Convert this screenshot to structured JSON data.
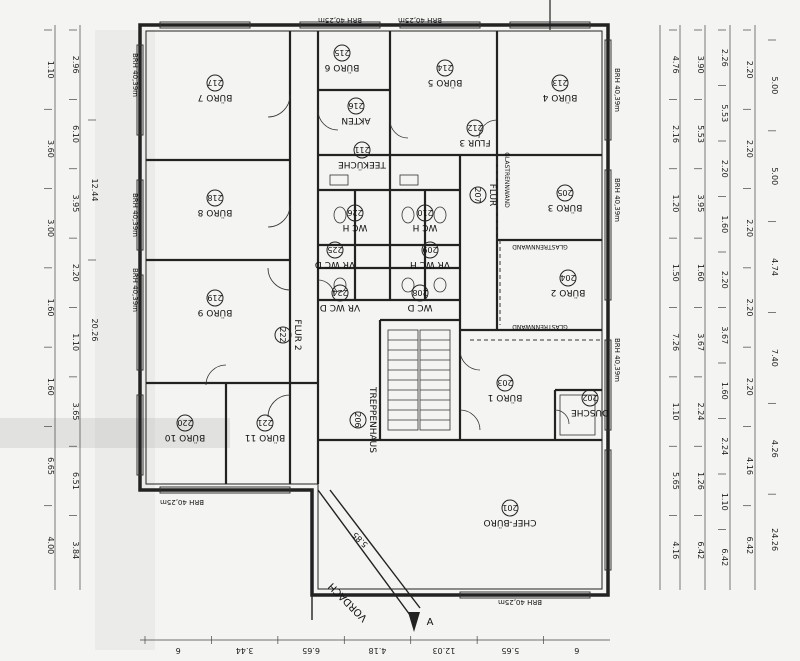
{
  "rooms": [
    {
      "id": "217",
      "name": "BÜRO 7"
    },
    {
      "id": "218",
      "name": "BÜRO 8"
    },
    {
      "id": "219",
      "name": "BÜRO 9"
    },
    {
      "id": "220",
      "name": "BÜRO 10"
    },
    {
      "id": "221",
      "name": "BÜRO 11"
    },
    {
      "id": "215",
      "name": "BÜRO 6"
    },
    {
      "id": "214",
      "name": "BÜRO 5"
    },
    {
      "id": "213",
      "name": "BÜRO 4"
    },
    {
      "id": "216",
      "name": "AKTEN"
    },
    {
      "id": "205",
      "name": "BÜRO 3"
    },
    {
      "id": "204",
      "name": "BÜRO 2"
    },
    {
      "id": "203",
      "name": "BÜRO 1"
    },
    {
      "id": "201",
      "name": "CHEF-BÜRO"
    },
    {
      "id": "202",
      "name": "DUSCHE"
    },
    {
      "id": "206",
      "name": "TREPPENHAUS"
    },
    {
      "id": "222",
      "name": "FLUR 2"
    },
    {
      "id": "212",
      "name": "FLUR 3"
    },
    {
      "id": "207",
      "name": "FLUR"
    },
    {
      "id": "211",
      "name": "TEEKÜCHE"
    },
    {
      "id": "226",
      "name": "WC H"
    },
    {
      "id": "210",
      "name": "WC H"
    },
    {
      "id": "225",
      "name": "VR WC D"
    },
    {
      "id": "209",
      "name": "VR WC H"
    },
    {
      "id": "224",
      "name": "VR WC D"
    },
    {
      "id": "208",
      "name": "WC D"
    }
  ],
  "labels": {
    "vordach": "VORDACH",
    "section": "A",
    "brh_top_1": "BRH 40,25m",
    "brh_top_2": "BRH 40,25m",
    "brh_bottom_1": "BRH 40,25m",
    "brh_bottom_2": "BRH 40,25m",
    "brh_left_1": "BRH 40,39m",
    "brh_left_2": "BRH 40,39m",
    "brh_left_3": "BRH 40,39m",
    "brh_right_1": "BRH 40,39m",
    "brh_right_2": "BRH 40,39m",
    "brh_right_3": "BRH 40,39m",
    "glastrennwand_1": "GLASTRENNWAND",
    "glastrennwand_2": "GLASTRENNWAND",
    "glastrennwand_3": "GLASTRENNWAND",
    "dim_stair": "5.85"
  },
  "dims": {
    "left_col1": [
      "1.10",
      "3.60",
      "3.00",
      "1.60",
      "1.60",
      "6.65",
      "4.00"
    ],
    "left_col2": [
      "2.96",
      "6.10",
      "3.95",
      "2.20",
      "1.10",
      "3.65",
      "6.51",
      "3.84"
    ],
    "left_total": [
      "12.44",
      "20.26"
    ],
    "right_col1": [
      "4.76",
      "2.16",
      "1.20",
      "1.50",
      "7.26",
      "1.10",
      "5.65",
      "4.16"
    ],
    "right_col2": [
      "3.90",
      "5.53",
      "3.95",
      "1.60",
      "3.67",
      "2.24",
      "1.26",
      "6.42"
    ],
    "right_col3": [
      "2.26",
      "5.53",
      "2.20",
      "1.60",
      "2.20",
      "3.67",
      "1.60",
      "2.24",
      "1.10",
      "6.42"
    ],
    "right_col4": [
      "2.20",
      "2.20",
      "2.20",
      "2.20",
      "2.20",
      "4.16",
      "6.42"
    ],
    "right_total": [
      "5.00",
      "5.00",
      "4.74",
      "7.40",
      "4.26",
      "24.26"
    ],
    "bottom": [
      "6",
      "3.44",
      "6.65",
      "4.18",
      "12.03",
      "5.65",
      "6"
    ]
  }
}
